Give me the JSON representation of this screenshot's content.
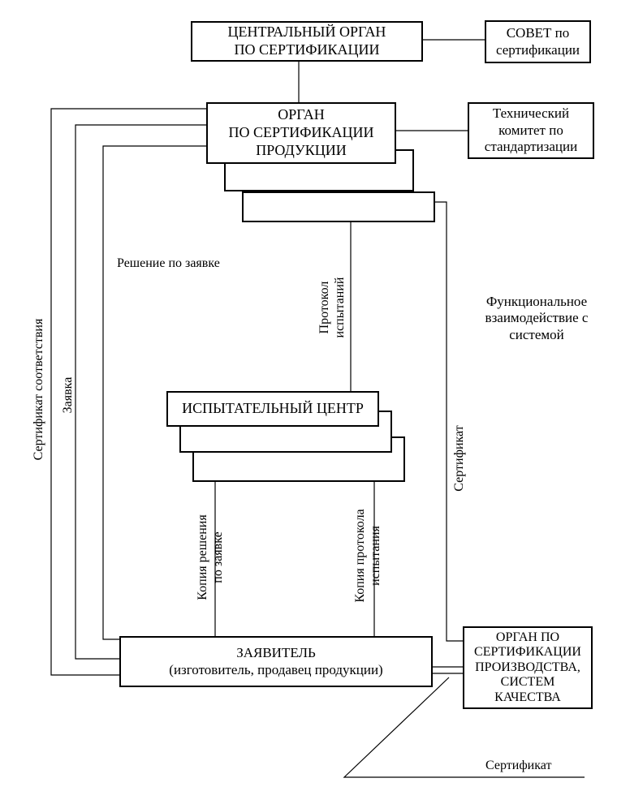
{
  "nodes": {
    "central_body": "ЦЕНТРАЛЬНЫЙ ОРГАН\nПО СЕРТИФИКАЦИИ",
    "council": "СОВЕТ по\nсертификации",
    "product_body": "ОРГАН\nПО СЕРТИФИКАЦИИ\nПРОДУКЦИИ",
    "tech_committee": "Технический\nкомитет по\nстандартизации",
    "testing_center": "ИСПЫТАТЕЛЬНЫЙ ЦЕНТР",
    "applicant": "ЗАЯВИТЕЛЬ\n(изготовитель, продавец продукции)",
    "production_body": "ОРГАН ПО\nСЕРТИФИКАЦИИ\nПРОИЗВОДСТВА,\nСИСТЕМ\nКАЧЕСТВА"
  },
  "labels": {
    "decision": "Решение по заявке",
    "test_protocol": "Протокол\nиспытаний",
    "functional": "Функциональное\nвзаимодействие с\nсистемой",
    "certificate_conformity": "Сертификат соответствия",
    "application": "Заявка",
    "certificate_right": "Сертификат",
    "decision_copy": "Копия решения\nпо заявке",
    "protocol_copy": "Копия протокола\nиспытания",
    "certificate_bottom": "Сертификат"
  }
}
